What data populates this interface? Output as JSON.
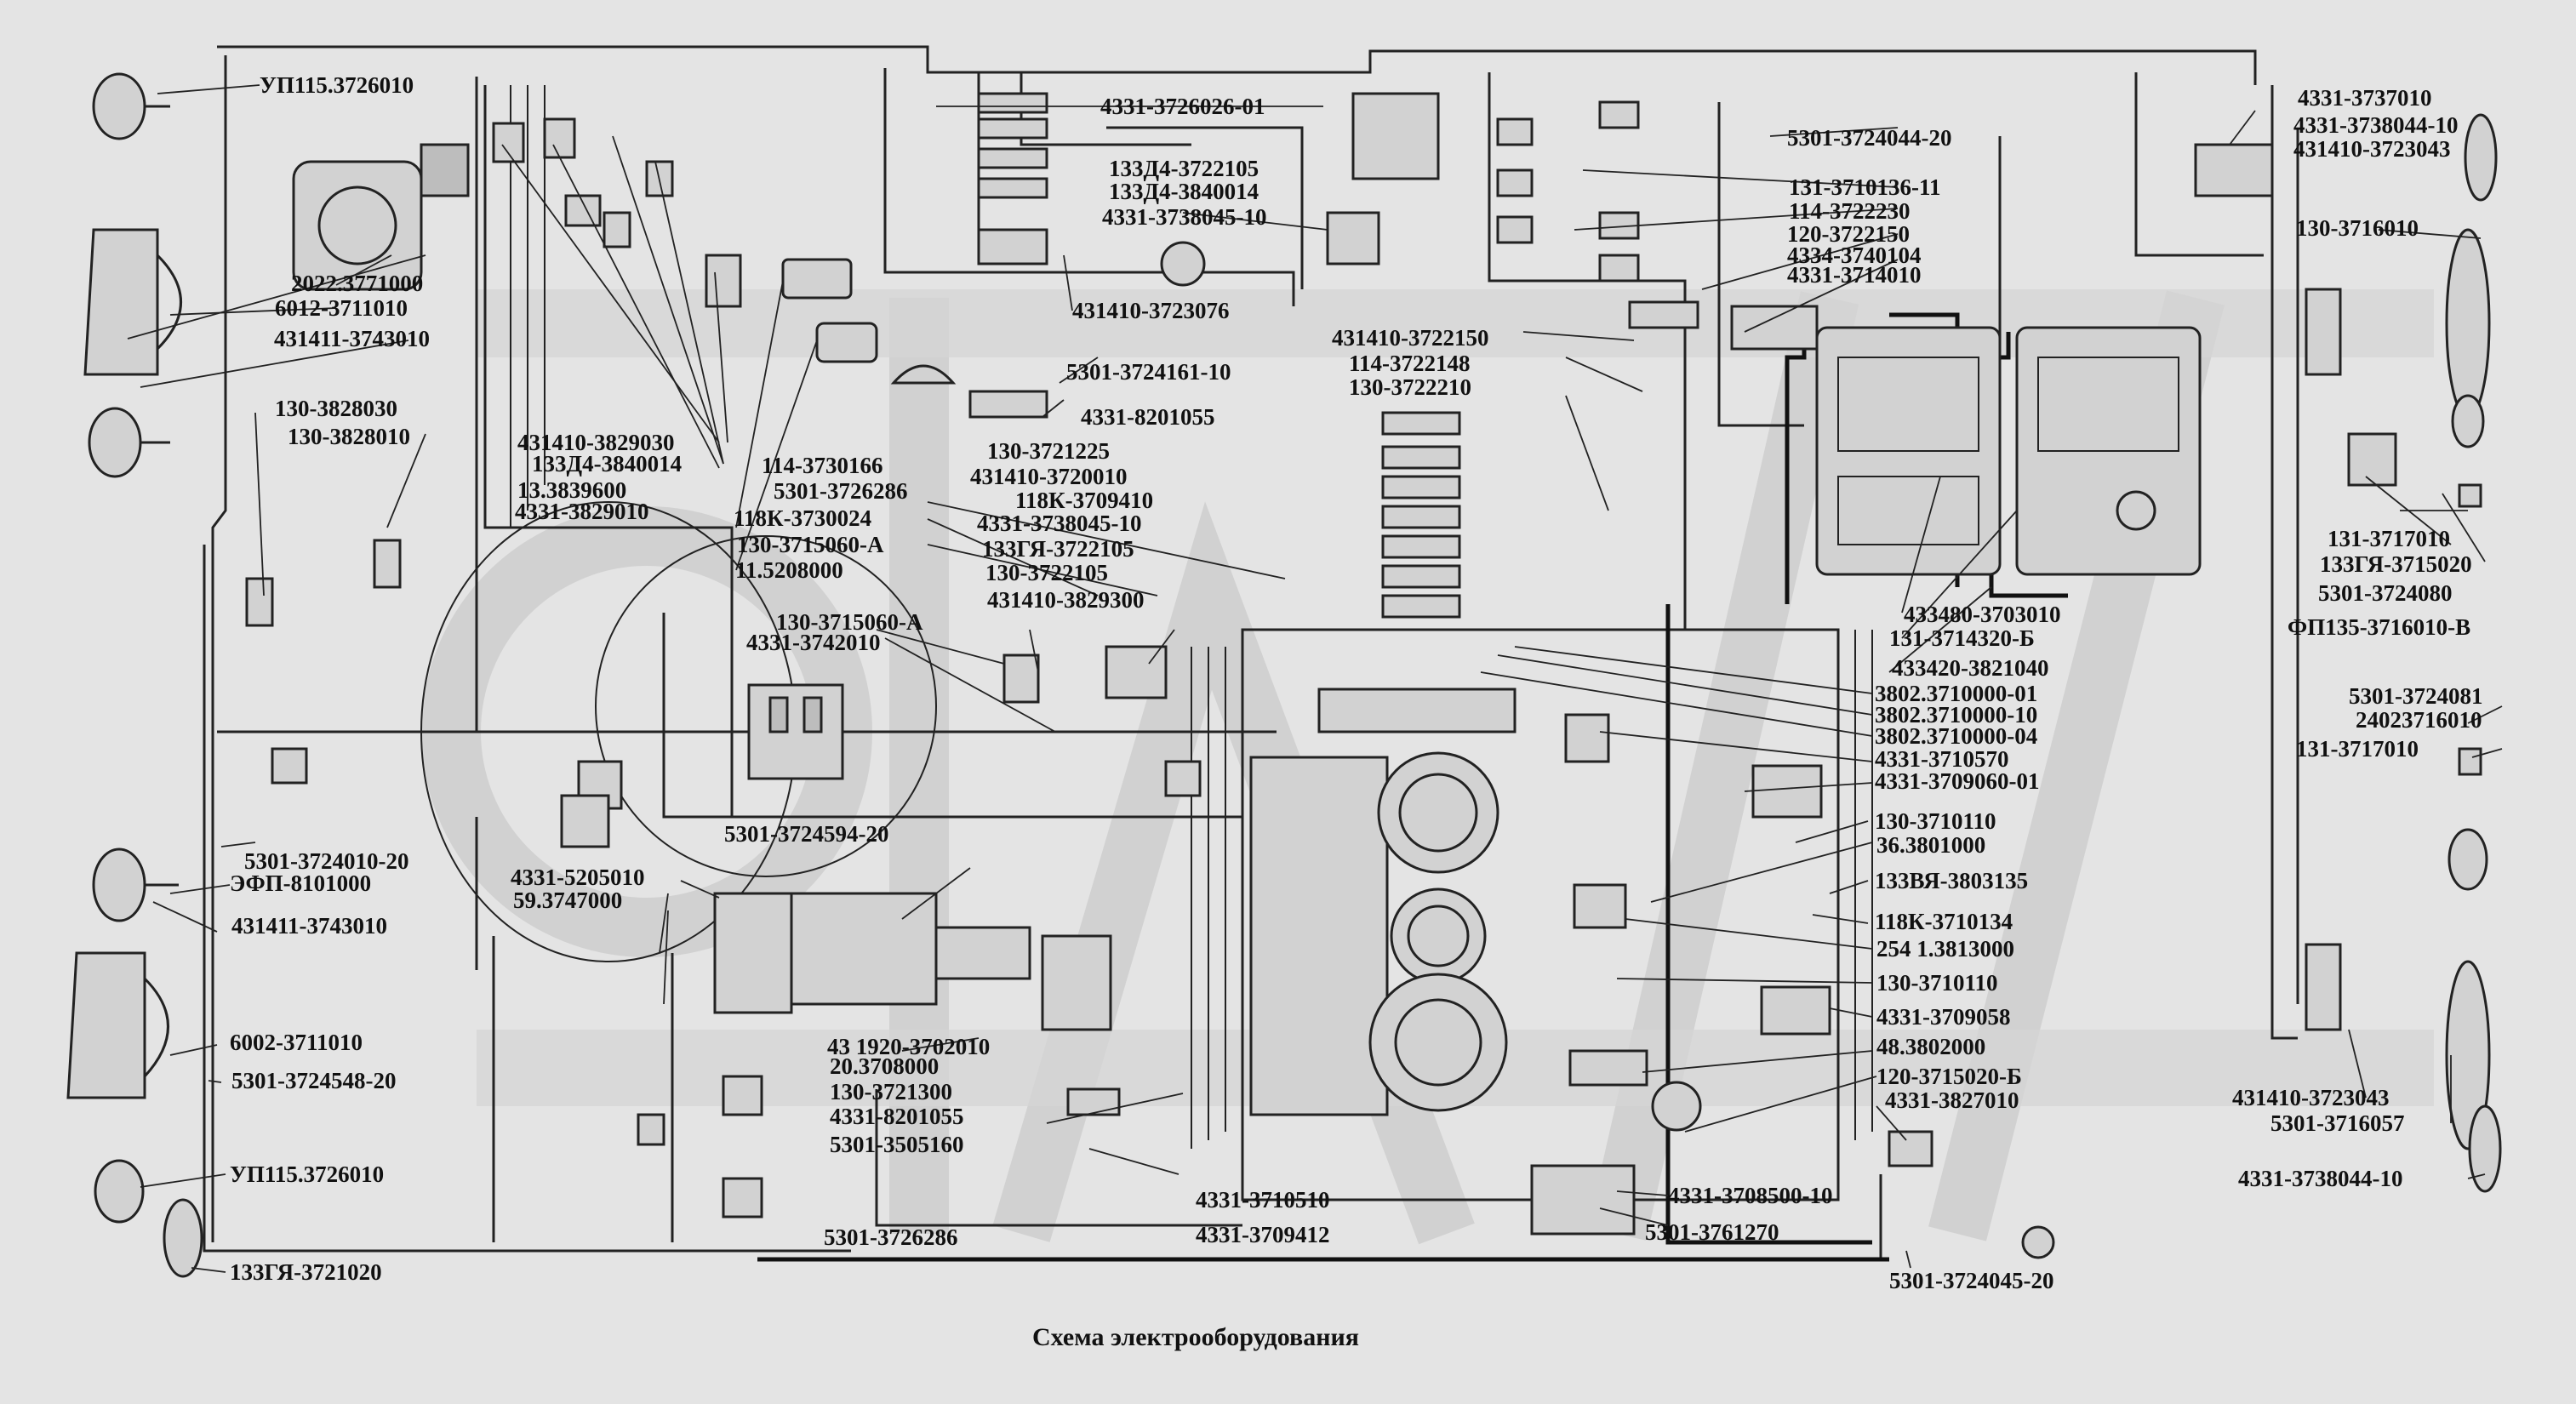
{
  "caption": "Схема электрооборудования",
  "labels": {
    "l01": "УП115.3726010",
    "l02": "2022.3771000",
    "l03": "6012-3711010",
    "l04": "431411-3743010",
    "l05": "130-3828030",
    "l06": "130-3828010",
    "l07": "431410-3829030",
    "l08": "133Д4-3840014",
    "l09": "13.3839600",
    "l10": "4331-3829010",
    "l11": "114-3730166",
    "l12": "5301-3726286",
    "l13": "118К-3730024",
    "l14": "130-3715060-А",
    "l15": "11.5208000",
    "l16": "4331-3726026-01",
    "l17": "133Д4-3722105",
    "l18": "133Д4-3840014",
    "l19": "4331-3738045-10",
    "l20": "431410-3723076",
    "l21": "5301-3724161-10",
    "l22": "4331-8201055",
    "l23": "130-3721225",
    "l24": "431410-3720010",
    "l25": "118К-3709410",
    "l26": "4331-3738045-10",
    "l27": "133ГЯ-3722105",
    "l28": "130-3722105",
    "l29": "431410-3829300",
    "l30": "130-3715060-А",
    "l31": "4331-3742010",
    "l32": "5301-3724010-20",
    "l33": "ЭФП-8101000",
    "l34": "431411-3743010",
    "l35": "6002-3711010",
    "l36": "5301-3724548-20",
    "l37": "УП115.3726010",
    "l38": "133ГЯ-3721020",
    "l39": "4331-5205010",
    "l40": "59.3747000",
    "l41": "5301-3724594-20",
    "l42": "43 1920-3702010",
    "l43": "20.3708000",
    "l44": "130-3721300",
    "l45": "4331-8201055",
    "l46": "5301-3505160",
    "l47": "5301-3726286",
    "l48": "4331-3710510",
    "l49": "4331-3709412",
    "l50": "5301-3724044-20",
    "l51": "131-3710136-11",
    "l52": "114-3722230",
    "l53": "120-3722150",
    "l54": "4334-3740104",
    "l55": "4331-3714010",
    "l56": "431410-3722150",
    "l57": "114-3722148",
    "l58": "130-3722210",
    "l59": "4331-3737010",
    "l60": "4331-3738044-10",
    "l61": "431410-3723043",
    "l62": "130-3716010",
    "l63": "131-3717010",
    "l64": "133ГЯ-3715020",
    "l65": "5301-3724080",
    "l66": "ФП135-3716010-В",
    "l67": "433480-3703010",
    "l68": "131-3714320-Б",
    "l69": "433420-3821040",
    "l70": "3802.3710000-01",
    "l71": "3802.3710000-10",
    "l72": "3802.3710000-04",
    "l73": "4331-3710570",
    "l74": "4331-3709060-01",
    "l75": "130-3710110",
    "l76": "36.3801000",
    "l77": "133ВЯ-3803135",
    "l78": "118К-3710134",
    "l79": "254 1.3813000",
    "l80": "130-3710110",
    "l81": "4331-3709058",
    "l82": "48.3802000",
    "l83": "120-3715020-Б",
    "l84": "4331-3827010",
    "l85": "4331-3708500-10",
    "l86": "5301-3761270",
    "l87": "5301-3724045-20",
    "l88": "5301-3724081",
    "l89": "24023716010",
    "l90": "131-3717010",
    "l91": "431410-3723043",
    "l92": "5301-3716057",
    "l93": "4331-3738044-10"
  }
}
